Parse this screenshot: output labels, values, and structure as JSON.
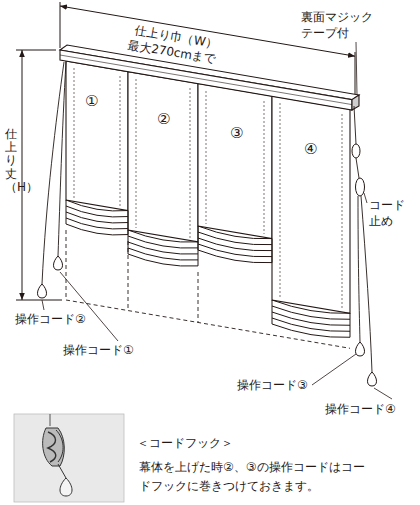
{
  "diagram": {
    "labels": [
      "仕上り巾（W）",
      "最大270cmまで",
      "裏面マジックテープ付",
      "①",
      "②",
      "③",
      "④",
      "仕上り丈（H）",
      "コード止め",
      "操作コード②",
      "操作コード①",
      "操作コード③",
      "操作コード④",
      "＜コードフック＞",
      "幕体を上げた時②、③の操作コードはコードフックに巻きつけておきます。"
    ]
  }
}
